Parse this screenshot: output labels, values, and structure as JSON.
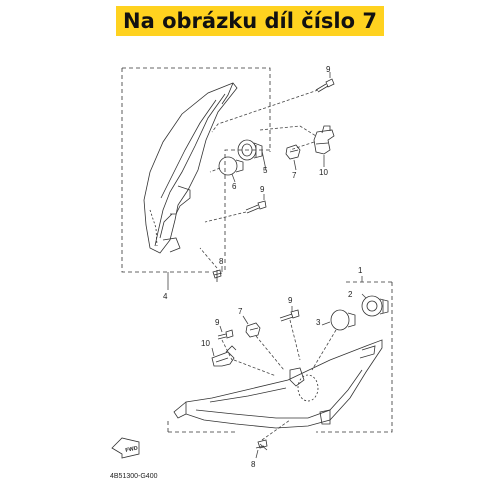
{
  "header": {
    "title": "Na obrázku díl číslo 7",
    "bg_color": "#ffd21f"
  },
  "callouts": {
    "upper": {
      "n9_top": "9",
      "n5": "5",
      "n6": "6",
      "n7": "7",
      "n10": "10",
      "n9_mid": "9",
      "n8": "8",
      "n4": "4"
    },
    "lower": {
      "n1": "1",
      "n9_a": "9",
      "n2": "2",
      "n3": "3",
      "n7": "7",
      "n9_b": "9",
      "n10": "10",
      "n8": "8"
    }
  },
  "fwd_label": "FWD",
  "diagram_code": "4B51300-G400"
}
